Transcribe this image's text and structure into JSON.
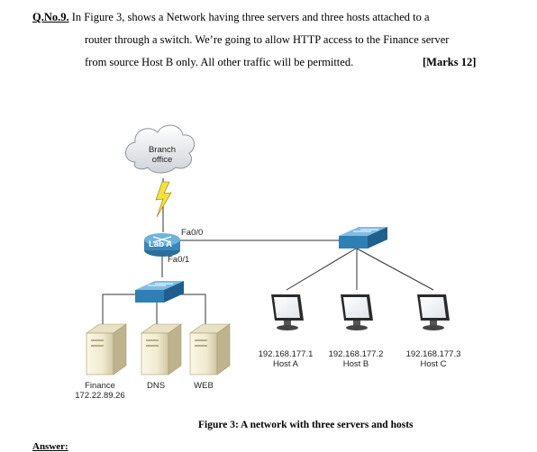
{
  "question": {
    "number": "Q.No.9.",
    "line1": "In Figure 3, shows a Network having three servers and three hosts attached to a",
    "line2": "router through a switch. We’re going to allow HTTP access to the Finance server",
    "line3": "from source Host B only. All other traffic will be permitted.",
    "marks": "[Marks 12]"
  },
  "figure": {
    "cloud_label_1": "Branch",
    "cloud_label_2": "office",
    "router_label": "Lab A",
    "port_fa00": "Fa0/0",
    "port_fa01": "Fa0/1",
    "servers": [
      {
        "name": "Finance",
        "ip": "172.22.89.26"
      },
      {
        "name": "DNS"
      },
      {
        "name": "WEB"
      }
    ],
    "hosts": [
      {
        "ip": "192.168.177.1",
        "name": "Host A"
      },
      {
        "ip": "192.168.177.2",
        "name": "Host B"
      },
      {
        "ip": "192.168.177.3",
        "name": "Host C"
      }
    ],
    "caption": "Figure 3: A network with three servers and hosts"
  },
  "answer_label": "Answer:"
}
